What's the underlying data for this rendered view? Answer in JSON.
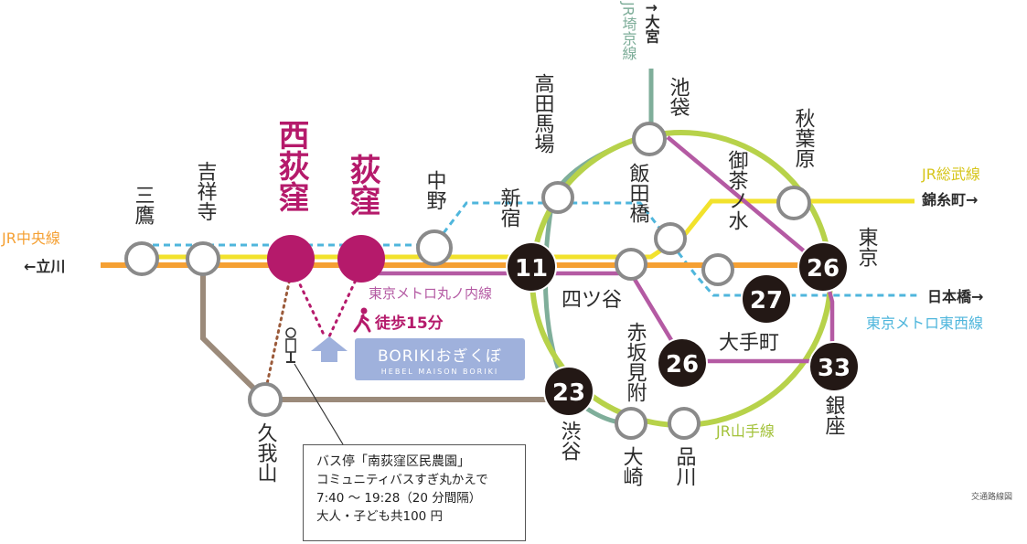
{
  "stations": {
    "mitaka": "三鷹",
    "kichijoji": "吉祥寺",
    "nishiogikubo": "西荻窪",
    "ogikubo": "荻窪",
    "nakano": "中野",
    "shinjuku": "新宿",
    "takadanobaba": "高田馬場",
    "iidabashi": "飯田橋",
    "ikebukuro": "池袋",
    "ochanomizu": "御茶ノ水",
    "akihabara": "秋葉原",
    "tokyo": "東京",
    "otemachi": "大手町",
    "yotsuya": "四ツ谷",
    "akasakamitsuke": "赤坂見附",
    "ginza": "銀座",
    "shibuya": "渋谷",
    "osaki": "大崎",
    "shinagawa": "品川",
    "kugayama": "久我山"
  },
  "lines": {
    "jr_chuo": "JR中央線",
    "tachikawa": "←立川",
    "jr_saikyo": "JR埼京線",
    "omiya": "↑大宮",
    "jr_sobu": "JR総武線",
    "kinshicho": "錦糸町→",
    "marunouchi": "東京メトロ丸ノ内線",
    "nihonbashi": "日本橋→",
    "tozai": "東京メトロ東西線",
    "yamanote": "JR山手線"
  },
  "times": {
    "shinjuku": "11",
    "tokyo": "26",
    "otemachi": "27",
    "akasakamitsuke": "26",
    "ginza": "33",
    "shibuya": "23"
  },
  "walk": "徒歩15分",
  "brand": {
    "name": "BORIKIおぎくぼ",
    "sub": "HEBEL MAISON BORIKI"
  },
  "bus": {
    "stop": "バス停「南荻窪区民農園」",
    "line1": "コミュニティバスすぎ丸かえで",
    "line2": "7:40 〜 19:28（20 分間隔）",
    "line3": "大人・子ども共100 円"
  },
  "credit": "交通路線図",
  "colors": {
    "accent": "#b51a6b",
    "chuo": "#f5a033",
    "sobu": "#f2e22c",
    "yamanote": "#b7d24a",
    "saikyo": "#7fae9a",
    "marunouchi": "#b45aa3",
    "tozai": "#4fb6dc",
    "inokashira": "#9b8a7a"
  }
}
